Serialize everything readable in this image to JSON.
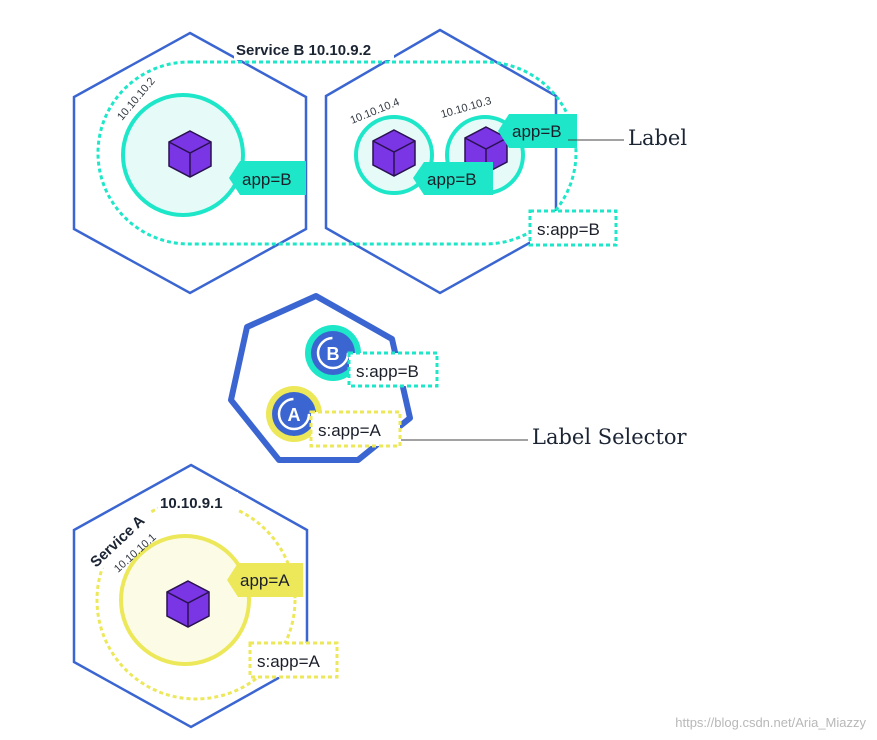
{
  "colors": {
    "node_blue": "#3b66d1",
    "teal": "#1de7c8",
    "teal_fill": "#e6fbf8",
    "yellow": "#ece85a",
    "yellow_fill": "#fbfbe6",
    "cube_purple": "#7a35e4"
  },
  "service_b": {
    "title": "Service B 10.10.9.2",
    "pods": [
      {
        "ip": "10.10.10.2",
        "label": "app=B"
      },
      {
        "ip": "10.10.10.4",
        "label": "app=B"
      },
      {
        "ip": "10.10.10.3",
        "label": "app=B"
      }
    ],
    "selector_tag": "s:app=B"
  },
  "annotations": {
    "label": "Label",
    "label_selector": "Label Selector"
  },
  "service_hub": {
    "icon_b": "B",
    "icon_a": "A",
    "selector_b": "s:app=B",
    "selector_a": "s:app=A"
  },
  "service_a": {
    "title_name": "Service A",
    "title_ip": "10.10.9.1",
    "pod": {
      "ip": "10.10.10.1",
      "label": "app=A"
    },
    "selector_tag": "s:app=A"
  },
  "watermark": "https://blog.csdn.net/Aria_Miazzy"
}
